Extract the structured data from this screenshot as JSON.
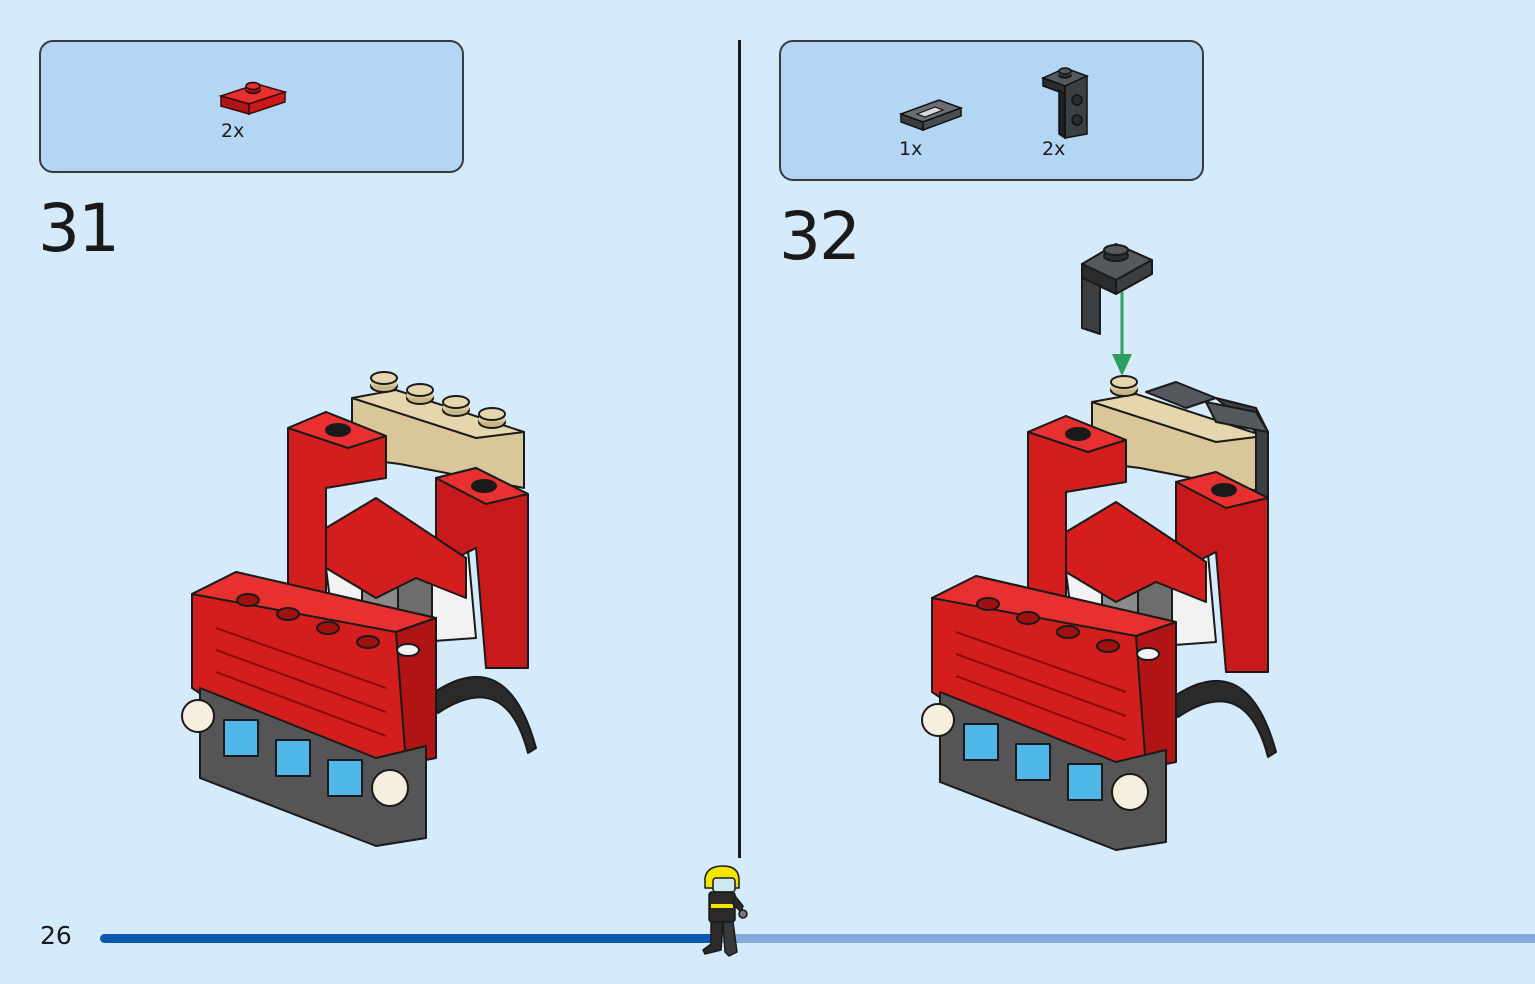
{
  "page": {
    "number": "26",
    "progress_fraction": 0.43
  },
  "steps": [
    {
      "number": "31",
      "parts": [
        {
          "name": "red-plate-1x2-jumper",
          "qty": "2x",
          "color": "#d41e1e"
        }
      ]
    },
    {
      "number": "32",
      "parts": [
        {
          "name": "dark-gray-tile-1x2-grille",
          "qty": "1x",
          "color": "#4a4d50"
        },
        {
          "name": "black-bracket-1x2-2x2",
          "qty": "2x",
          "color": "#3c3f42"
        }
      ]
    }
  ],
  "colors": {
    "background": "#d5ebfb",
    "parts_box": "#b3d6f5",
    "brick_red": "#d41e1e",
    "brick_tan": "#d9c79a",
    "progress_done": "#0a5bb0",
    "progress_remaining": "#86a9dc",
    "arrow_green": "#2e9e5e"
  }
}
